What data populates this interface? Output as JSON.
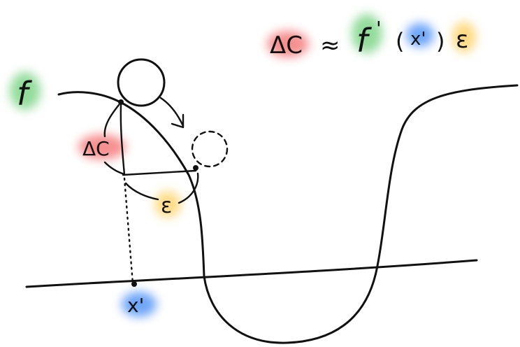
{
  "labels": {
    "f": "f",
    "delta_c": "ΔC",
    "epsilon": "ε",
    "x_prime": "x'"
  },
  "equation": {
    "lhs": "ΔC",
    "approx": "≈",
    "fn": "f",
    "prime": "'",
    "open_paren": "(",
    "arg": "x'",
    "close_paren": ")",
    "factor": "ε"
  },
  "highlight_colors": {
    "red": "#f26b6b",
    "green": "#6fd07a",
    "blue": "#4a8ff5",
    "yellow": "#ffd36a"
  }
}
